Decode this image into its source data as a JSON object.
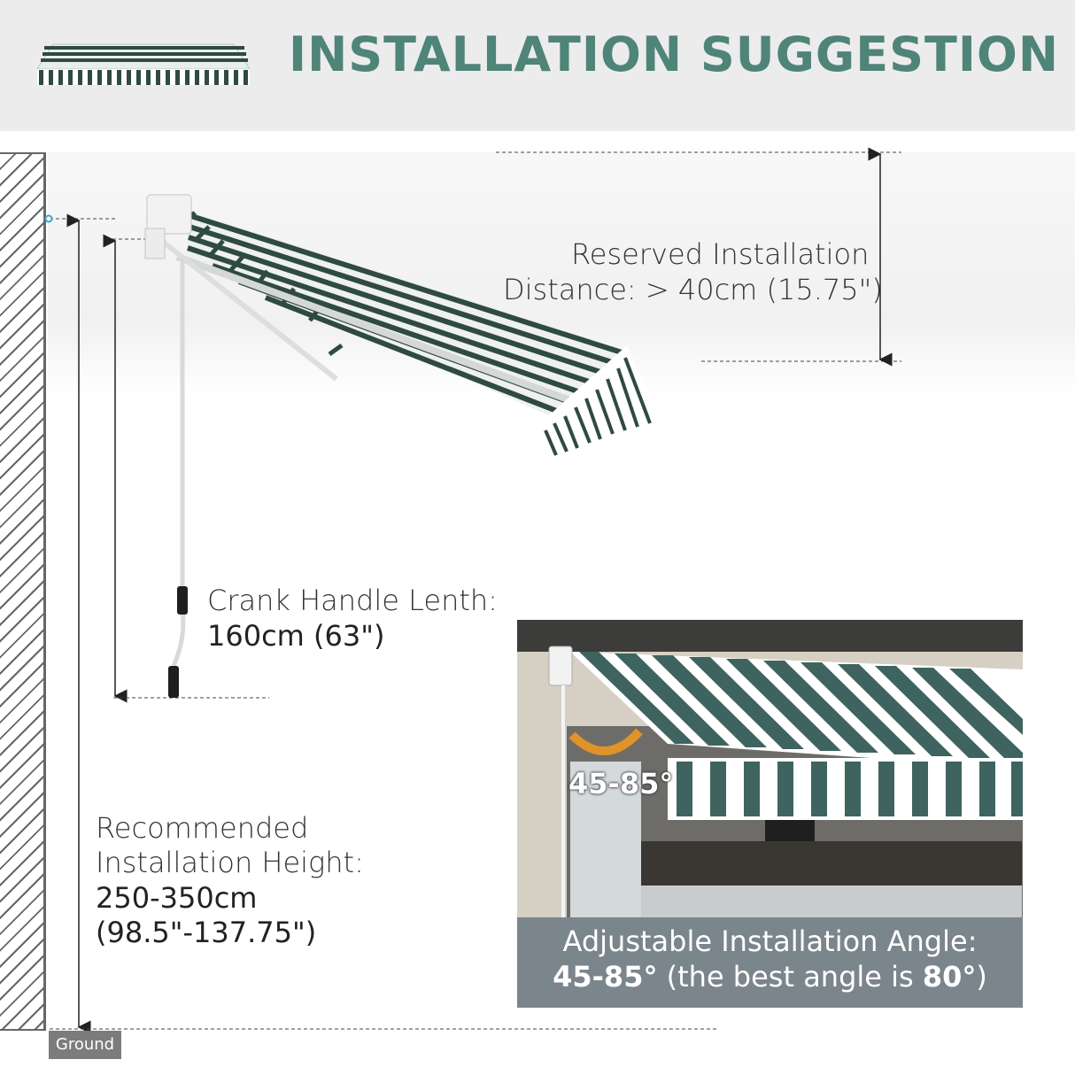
{
  "header": {
    "title": "INSTALLATION SUGGESTION"
  },
  "colors": {
    "accent": "#4f8478",
    "stripe_dark": "#2f4a43",
    "caption_bg": "#7b858c",
    "ground_badge": "#7c7c7c"
  },
  "dimensions": {
    "reserved": {
      "line1": "Reserved Installation",
      "line2_prefix": "Distance: > 40cm (15.75\")"
    },
    "crank": {
      "line1": "Crank Handle Lenth:",
      "line2": "160cm (63\")"
    },
    "height": {
      "line1": "Recommended",
      "line2": "Installation Height:",
      "line3": "250-350cm",
      "line4": "(98.5\"-137.75\")"
    },
    "ground": "Ground"
  },
  "photo": {
    "angle_overlay": "45-85°",
    "caption_line1": "Adjustable Installation Angle:",
    "caption_line2_a": "45-85°",
    "caption_line2_b": " (the best angle is ",
    "caption_line2_c": "80°",
    "caption_line2_d": ")"
  },
  "icons": [
    "awning-thumbnail-icon",
    "wall-hatch",
    "dimension-arrow-icon",
    "awning-illustration",
    "crank-handle-icon",
    "angle-arc-icon"
  ]
}
